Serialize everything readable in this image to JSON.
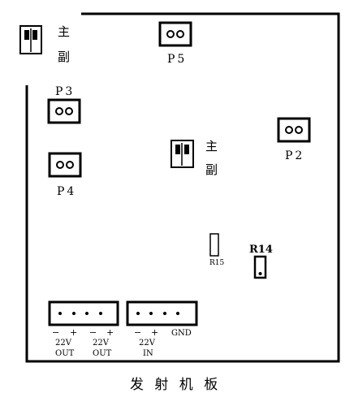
{
  "board": {
    "title": "发 射 机 板",
    "switch_top": {
      "main": "主",
      "sub": "副"
    },
    "switch_mid": {
      "main": "主",
      "sub": "副"
    },
    "p5": "P5",
    "p3": "P3",
    "p4": "P4",
    "p2": "P2",
    "r15": "R15",
    "r14": "R14",
    "out1": {
      "minus": "−",
      "plus": "+",
      "volt": "22V",
      "name": "OUT"
    },
    "out2": {
      "minus": "−",
      "plus": "+",
      "volt": "22V",
      "name": "OUT"
    },
    "in": {
      "minus": "−",
      "plus": "+",
      "volt": "22V",
      "name": "IN"
    },
    "gnd": "GND"
  }
}
